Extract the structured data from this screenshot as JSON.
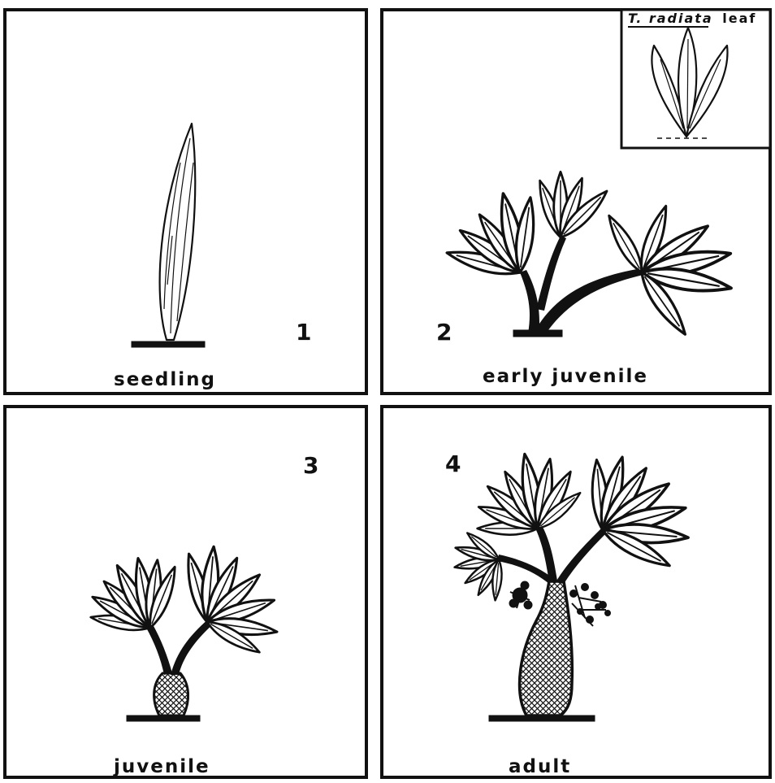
{
  "panels": [
    {
      "number": "1",
      "label": "seedling"
    },
    {
      "number": "2",
      "label": "early juvenile"
    },
    {
      "number": "3",
      "label": "juvenile"
    },
    {
      "number": "4",
      "label": "adult"
    }
  ],
  "inset": {
    "species": "T. radiata",
    "suffix": "leaf"
  },
  "colors": {
    "ink": "#111111",
    "paper": "#ffffff"
  }
}
